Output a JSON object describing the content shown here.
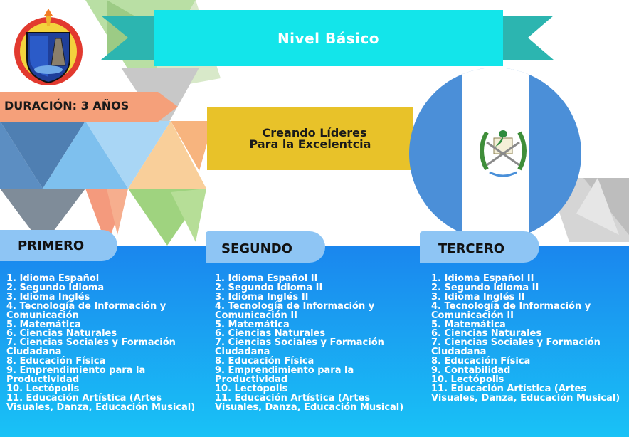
{
  "header": {
    "title": "Nivel Básico"
  },
  "duration": {
    "label": "DURACIÓN: 3 AÑOS"
  },
  "motto": {
    "line1": "Creando Líderes",
    "line2": "Para la Excelentcia"
  },
  "colors": {
    "banner": "#13E5EA",
    "motto": "#E8C229",
    "blue_panel": "#1E90F0",
    "tab": "#8EC5F4",
    "duration": "#F5A07A"
  },
  "icons": {
    "crest": "school-crest-icon",
    "coat_of_arms": "guatemala-coat-of-arms-icon"
  },
  "columns": [
    {
      "title": "PRIMERO",
      "lines": [
        "1. Idioma Español",
        "2. Segundo Idioma",
        "3. Idioma Inglés",
        "4. Tecnología de Información y",
        "Comunicación",
        "5. Matemática",
        "6. Ciencias Naturales",
        "7. Ciencias Sociales y Formación",
        "Ciudadana",
        "8. Educación Física",
        "9. Emprendimiento para la",
        "Productividad",
        "10. Lectópolis",
        "11. Educación Artística (Artes",
        "Visuales, Danza, Educación Musical)"
      ]
    },
    {
      "title": "SEGUNDO",
      "lines": [
        "1. Idioma Español II",
        "2. Segundo Idioma II",
        "3. Idioma Inglés II",
        "4. Tecnología de Información y",
        "Comunicación II",
        "5. Matemática",
        "6. Ciencias Naturales",
        "7. Ciencias Sociales y Formación",
        "Ciudadana",
        "8. Educación Física",
        "9. Emprendimiento para la",
        "Productividad",
        "10. Lectópolis",
        "11. Educación Artística (Artes",
        "Visuales, Danza, Educación Musical)"
      ]
    },
    {
      "title": "TERCERO",
      "lines": [
        "1. Idioma Español II",
        "2. Segundo Idioma II",
        "3. Idioma Inglés II",
        "4. Tecnología de Información y",
        "Comunicación II",
        "5. Matemática",
        "6. Ciencias Naturales",
        "7. Ciencias Sociales y Formación",
        "Ciudadana",
        "8. Educación Física",
        "9. Contabilidad",
        "10. Lectópolis",
        "11. Educación Artística (Artes",
        "Visuales, Danza, Educación Musical)"
      ]
    }
  ]
}
